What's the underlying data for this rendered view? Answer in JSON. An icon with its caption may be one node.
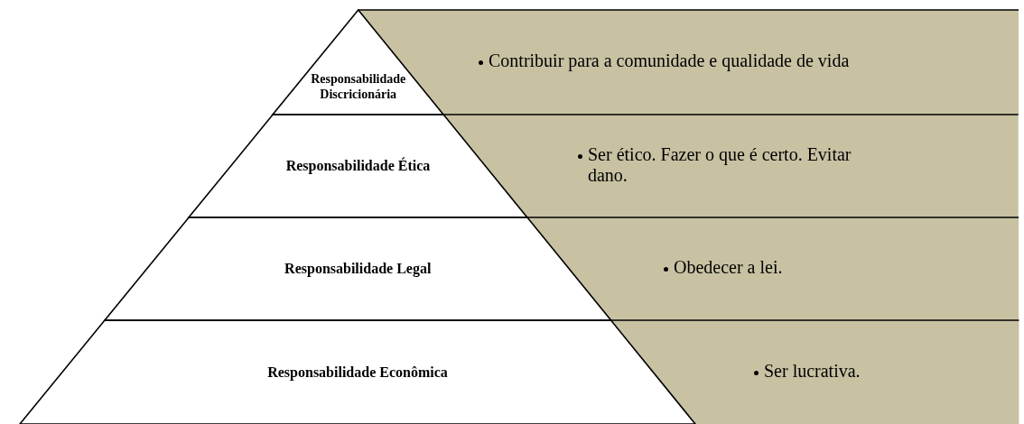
{
  "diagram": {
    "nodes": [
      {
        "text": [
          "Responsabilidade Discricionária"
        ]
      },
      {
        "text": [
          "Contribuir para a comunidade e qualidade de vida"
        ]
      },
      {
        "text": [
          "Responsabilidade Ética"
        ]
      },
      {
        "text": [
          "Ser ético. Fazer o que é certo. Evitar dano."
        ]
      },
      {
        "text": [
          "Responsabilidade Legal"
        ]
      },
      {
        "text": [
          "Obedecer a lei."
        ]
      },
      {
        "text": [
          "Responsabilidade Econômica"
        ]
      },
      {
        "text": [
          "Ser lucrativa."
        ]
      }
    ]
  }
}
